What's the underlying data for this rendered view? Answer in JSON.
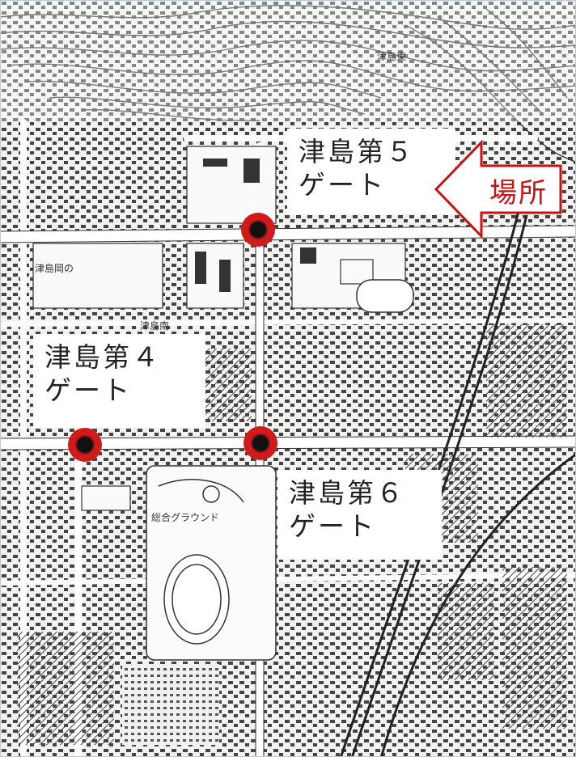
{
  "map": {
    "gates": [
      {
        "id": "gate5",
        "line1": "津島第５",
        "line2": "ゲート"
      },
      {
        "id": "gate4",
        "line1": "津島第４",
        "line2": "ゲート"
      },
      {
        "id": "gate6",
        "line1": "津島第６",
        "line2": "ゲート"
      }
    ],
    "location_label": "場所",
    "place_labels": {
      "higashi_tsushima": "津島東",
      "tsushimaoka": "津島岡の",
      "tsushima_minami": "津島南",
      "sogo_ground": "総合グラウンド"
    },
    "colors": {
      "marker_red": "#d11a1a",
      "arrow_red": "#cc1111",
      "map_ink": "#333333"
    }
  }
}
